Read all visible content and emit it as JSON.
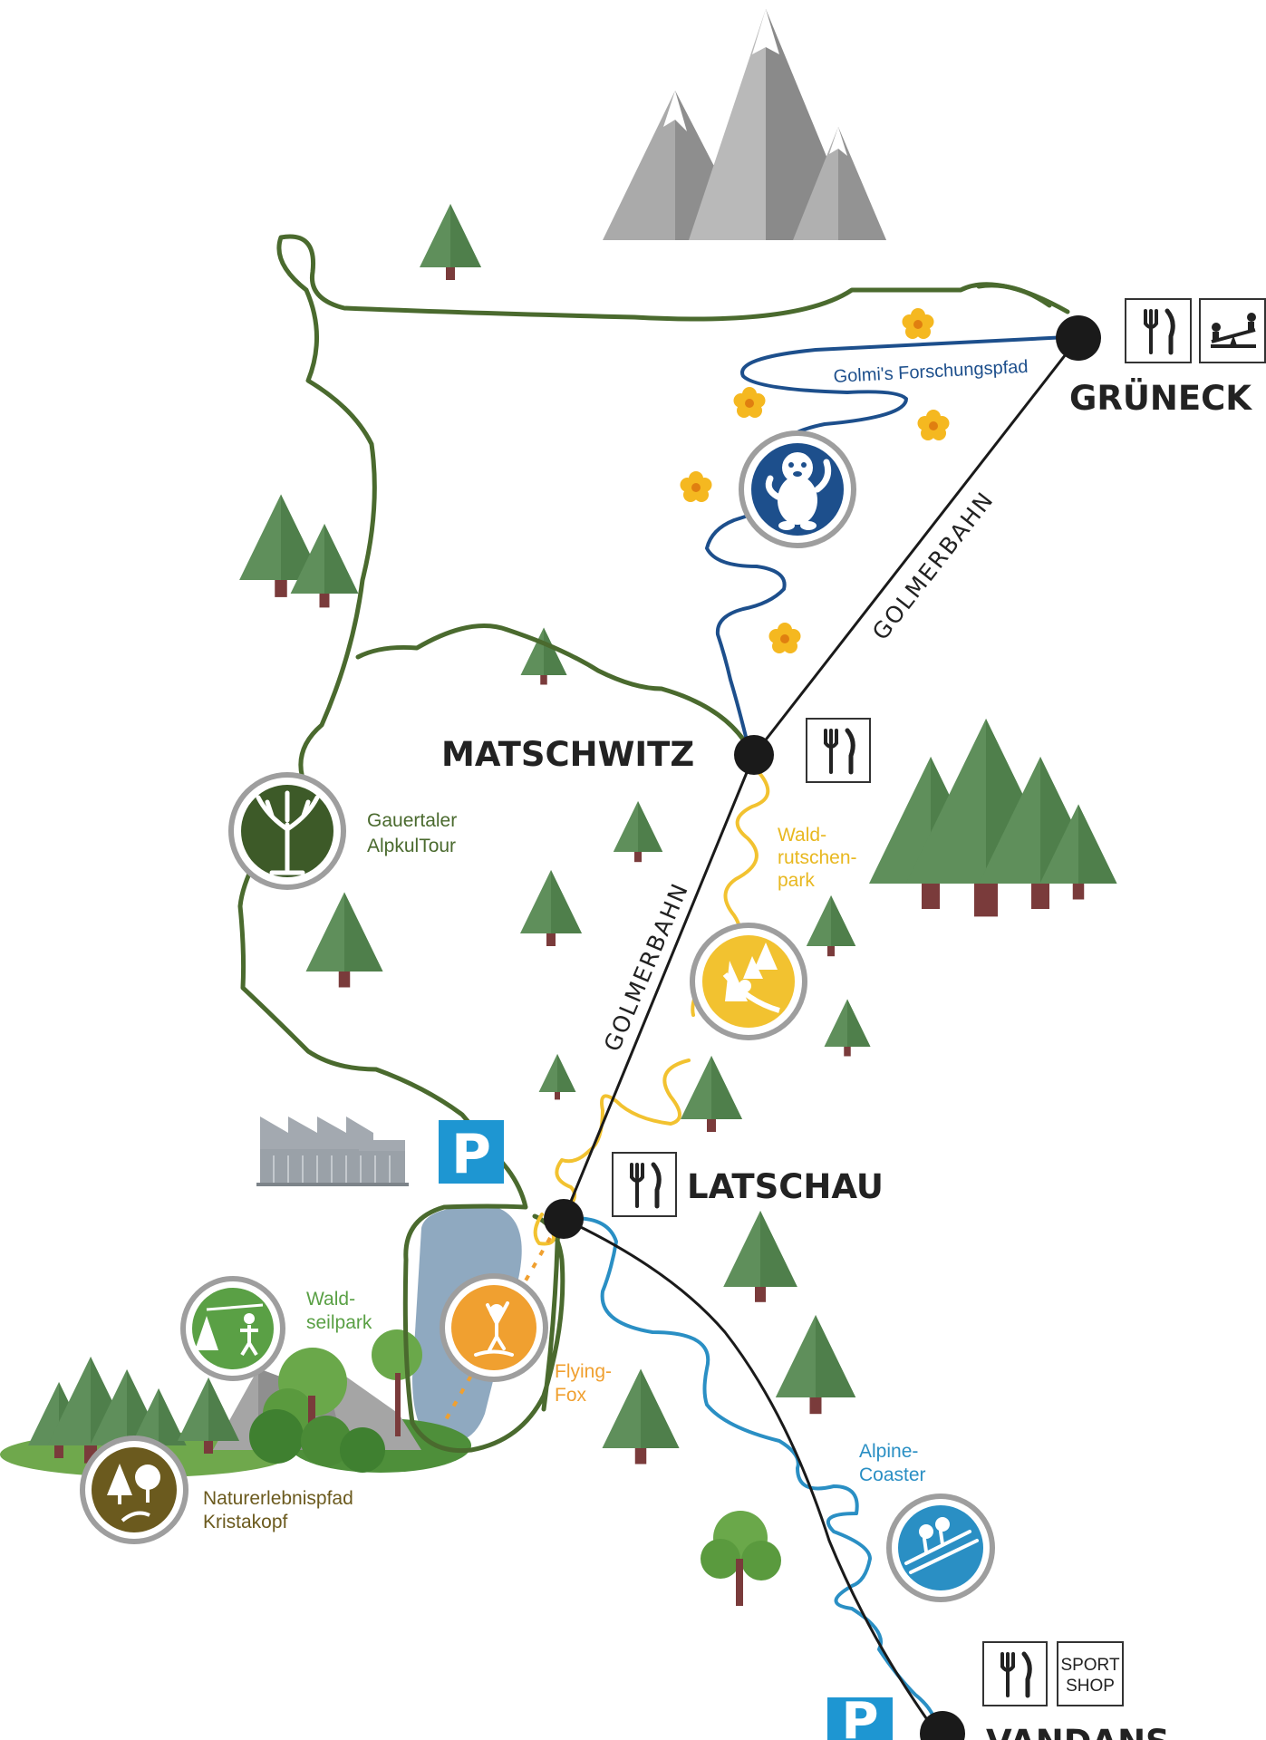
{
  "stations": {
    "grueneck": "GRÜNECK",
    "matschwitz": "MATSCHWITZ",
    "latschau": "LATSCHAU",
    "vandans": "VANDANS"
  },
  "lifts": {
    "upper": "GOLMERBAHN",
    "lower": "GOLMERBAHN"
  },
  "trails": {
    "forschungspfad": "Golmi's Forschungspfad",
    "alpkultour": [
      "Gauertaler",
      "AlpkulTour"
    ],
    "waldrutschenpark": [
      "Wald-",
      "rutschen-",
      "park"
    ],
    "waldseilpark": [
      "Wald-",
      "seilpark"
    ],
    "flyingfox": [
      "Flying-",
      "Fox"
    ],
    "alpinecoaster": [
      "Alpine-",
      "Coaster"
    ],
    "naturerlebnispfad": [
      "Naturerlebnispfad",
      "Kristakopf"
    ]
  },
  "parking": {
    "latschau": "P",
    "vandans": "P"
  },
  "sportshop": [
    "SPORT",
    "SHOP"
  ],
  "colors": {
    "lift": "#1a1a1a",
    "forest_trail": "#4a6a2e",
    "forschungspfad": "#1d4f8c",
    "waldrutschen": "#f2c230",
    "coaster": "#2a8fc4",
    "flyingfox": "#f0a030",
    "naturpfad": "#6b5a1e",
    "tree": "#5f8f5b",
    "parking": "#1e96d2"
  },
  "icons": {
    "grueneck_services": [
      "restaurant-icon",
      "playground-icon"
    ],
    "matschwitz_services": [
      "restaurant-icon"
    ],
    "latschau_services": [
      "restaurant-icon"
    ],
    "vandans_services": [
      "restaurant-icon",
      "sportshop-icon"
    ]
  }
}
